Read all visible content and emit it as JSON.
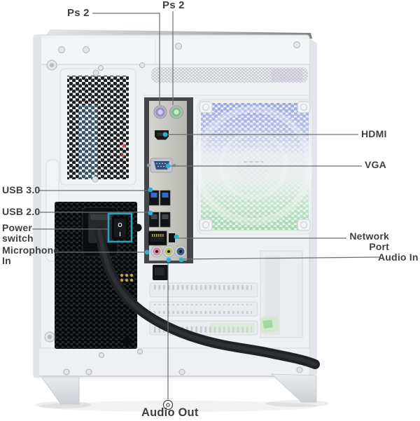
{
  "figure": {
    "description": "Annotated rear view of a white desktop PC tower showing I/O ports, PSU and fan"
  },
  "callouts": {
    "ps2_left": {
      "text": "Ps 2"
    },
    "ps2_top": {
      "text": "Ps 2"
    },
    "hdmi": {
      "text": "HDMI"
    },
    "vga": {
      "text": "VGA"
    },
    "usb30": {
      "text": "USB 3.0"
    },
    "usb20": {
      "text": "USB 2.0"
    },
    "power_switch": {
      "text": "Power\nswitch"
    },
    "microphone_in": {
      "text": "Microphone\nIn"
    },
    "network_port": {
      "text": "Network\nPort"
    },
    "audio_in": {
      "text": "Audio In"
    },
    "audio_out": {
      "text": "Audio Out"
    }
  },
  "psu_switch": {
    "off_label": "O",
    "on_label": "I"
  },
  "colors": {
    "label_text": "#3e4043",
    "leader_line": "#6b6e71",
    "callout_dot_cyan": "#29b4d6",
    "switch_highlight_teal": "#2aa0bd",
    "case_white": "#eff1f4",
    "psu_black": "#1d2023",
    "fan_glow_blue": "#9aa8e6",
    "fan_glow_green": "#a5dcb2",
    "ps2_purple": "#9b8fd2",
    "ps2_green": "#7dbf7e",
    "usb3_blue": "#2e6bd4",
    "mic_jack_pink": "#d9899c",
    "lineout_jack_green": "#b9c35f",
    "linein_jack_blue": "#3d5f8a"
  }
}
